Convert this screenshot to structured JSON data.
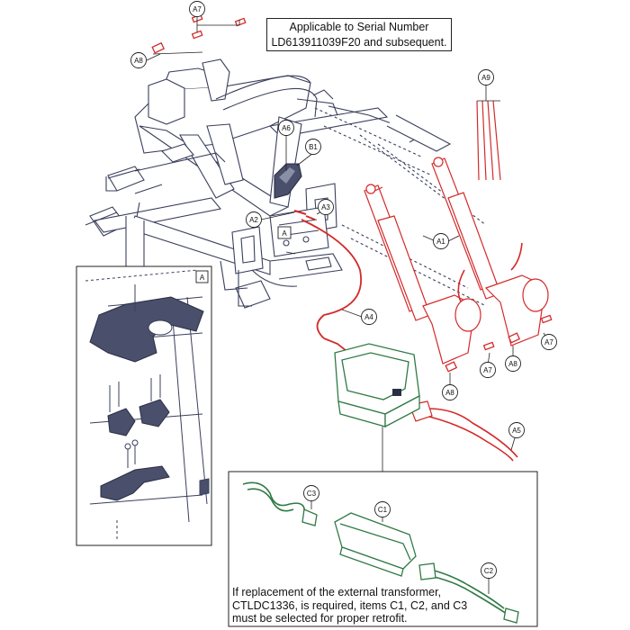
{
  "notes": {
    "serial_line1": "Applicable to Serial Number",
    "serial_line2": "LD613911039F20 and subsequent.",
    "transformer_line1": "If replacement of the external transformer,",
    "transformer_line2": "CTLDC1336, is required, items C1, C2, and C3",
    "transformer_line3": "must be selected for proper retrofit."
  },
  "callouts": {
    "a7_top": "A7",
    "a8_top": "A8",
    "a9": "A9",
    "a6": "A6",
    "b1": "B1",
    "a2": "A2",
    "a3": "A3",
    "a_ref": "A",
    "a1": "A1",
    "a4": "A4",
    "a7_right": "A7",
    "a7_mid": "A7",
    "a8_mid": "A8",
    "a8_low": "A8",
    "a5": "A5",
    "detail_a": "A",
    "c1": "C1",
    "c2": "C2",
    "c3": "C3"
  },
  "colors": {
    "line": "#3a3f5c",
    "actuator": "#d42a2a",
    "transformer": "#2f7a45",
    "frame_fill": "#ffffff",
    "part_fill": "#4a4f6c"
  }
}
